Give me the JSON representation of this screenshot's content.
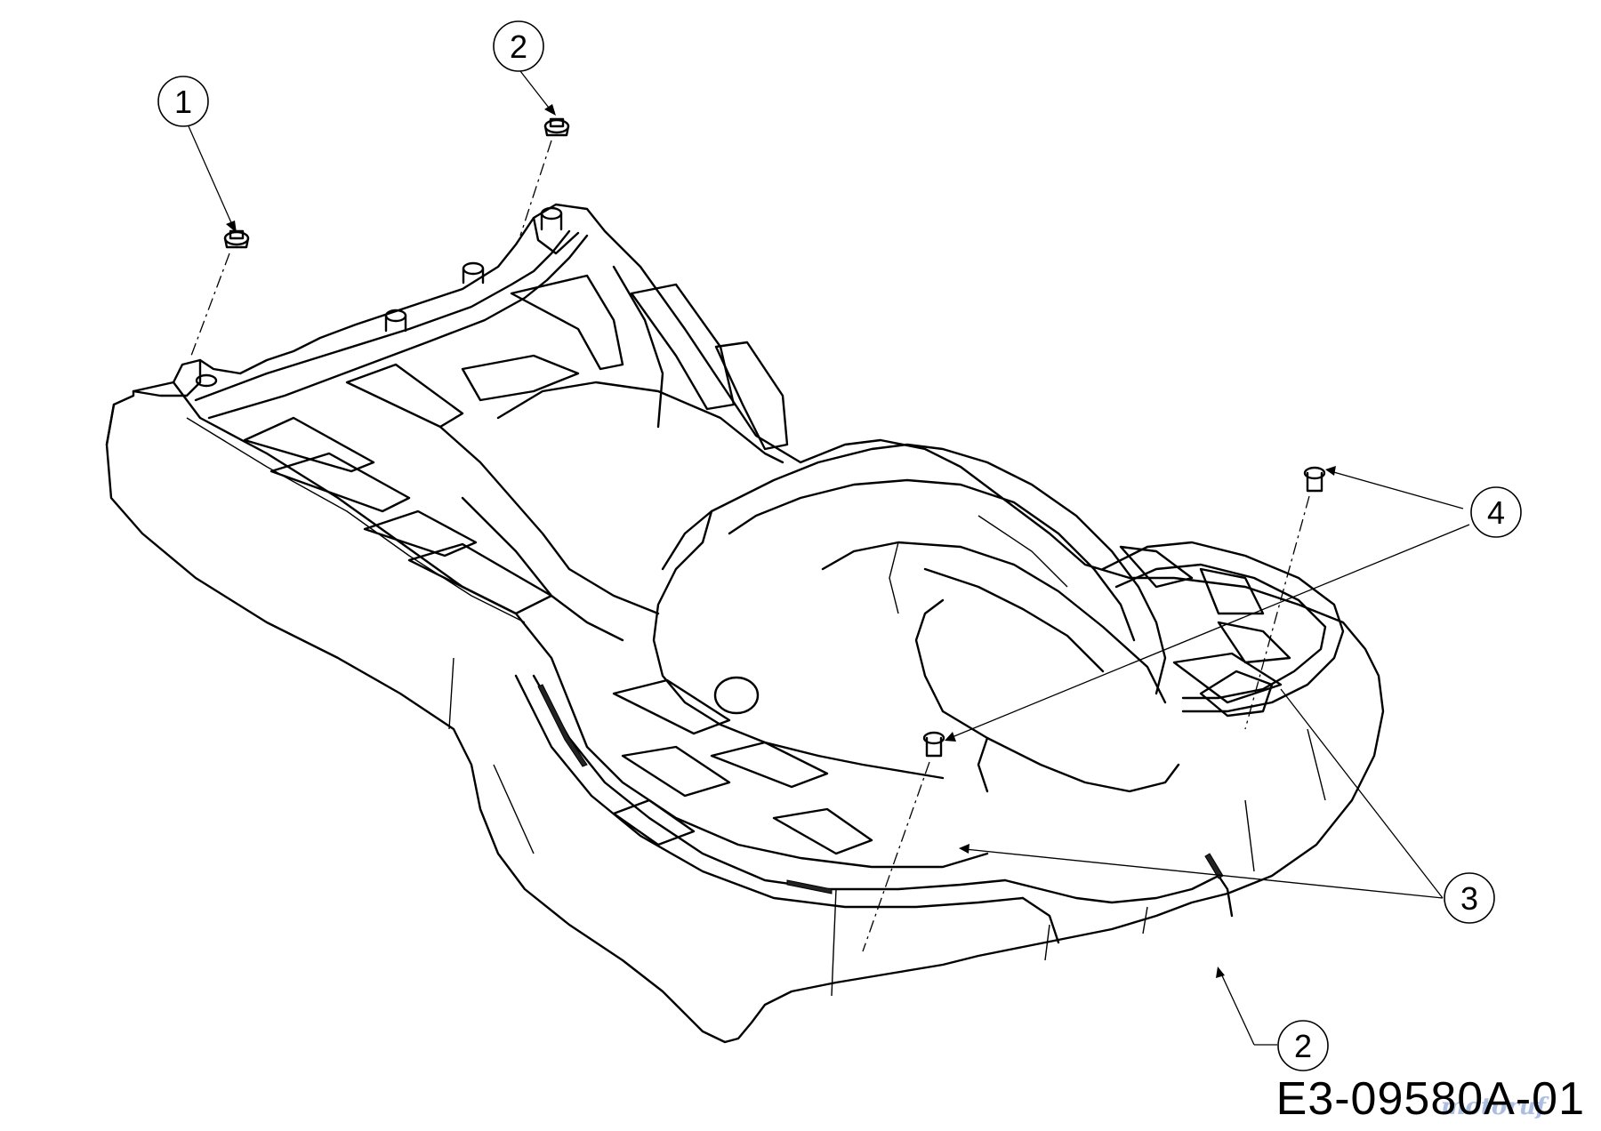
{
  "drawing_number": "E3-09580A-01",
  "watermark": "motoruf",
  "callouts": [
    {
      "id": "callout-1",
      "label": "1"
    },
    {
      "id": "callout-2a",
      "label": "2"
    },
    {
      "id": "callout-2b",
      "label": "2"
    },
    {
      "id": "callout-3",
      "label": "3"
    },
    {
      "id": "callout-4",
      "label": "4"
    }
  ]
}
